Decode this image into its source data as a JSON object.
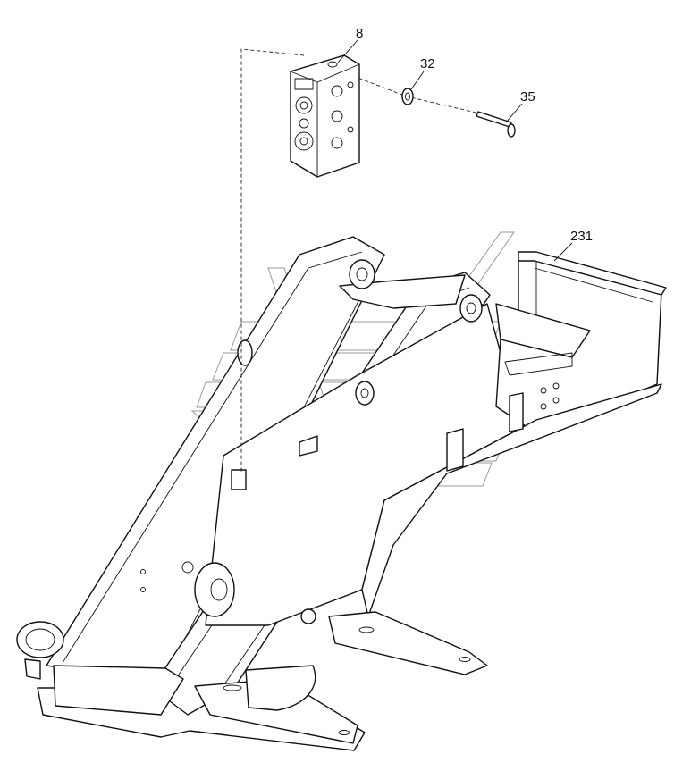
{
  "callouts": {
    "part_8": "8",
    "part_32": "32",
    "part_35": "35",
    "part_231": "231"
  },
  "colors": {
    "line": "#111111",
    "watermark": "#777777",
    "background": "#ffffff"
  }
}
